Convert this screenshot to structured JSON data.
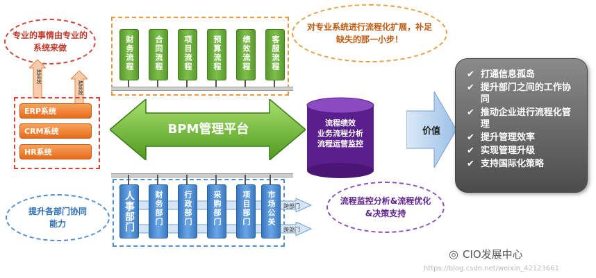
{
  "clouds": {
    "top_left": "专业的事情由专业的系统来做",
    "top_right": "对专业系统进行流程化扩展，补足缺失的那一小步！",
    "bottom_left": "提升各部门协同能力",
    "bottom_right": "流程监控分析&流程优化&决策支持"
  },
  "top_processes": [
    "财务流程",
    "合同流程",
    "项目流程",
    "预算流程",
    "绩效流程",
    "客服流程"
  ],
  "systems": [
    "ERP系统",
    "CRM系统",
    "HR系统"
  ],
  "small_arrow_labels": [
    "跨系统",
    "跨系统"
  ],
  "bpm_label": "BPM管理平台",
  "cylinder_lines": [
    "流程绩效",
    "业务流程分析",
    "流程运营监控"
  ],
  "value_label": "价值",
  "departments": [
    "人事部门",
    "财务部门",
    "行政部门",
    "采购部门",
    "项目部门",
    "市场公关"
  ],
  "dept_arrow_labels": [
    "跨部门",
    "跨部门"
  ],
  "right_panel": {
    "check": "✔",
    "items": [
      "打通信息孤岛",
      "提升部门之间的工作协同",
      "推动企业进行流程化管理",
      "提升管理效率",
      "实现管理升级",
      "支持国际化策略"
    ]
  },
  "watermark": "CIO发展中心",
  "watermark_url": "https://blog.csdn.net/weixin_42123661",
  "colors": {
    "green": "#6aaa3e",
    "blue": "#4f8cd0",
    "orange": "#ee7a22",
    "purple": "#5a1f8c",
    "panel": "#666666"
  }
}
